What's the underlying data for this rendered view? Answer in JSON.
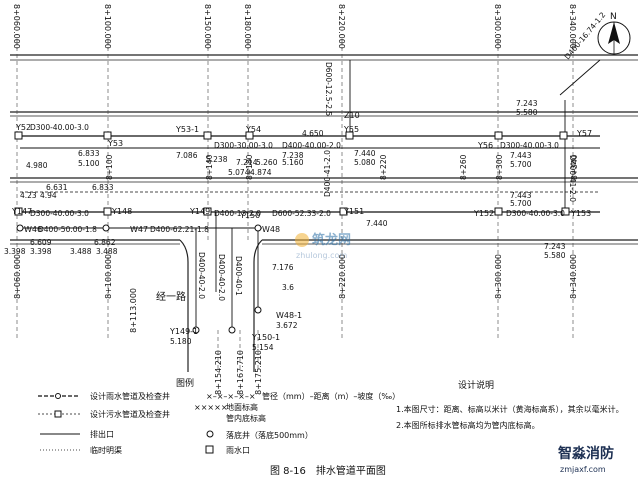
{
  "stations_top": [
    "8+060.000",
    "8+100.000",
    "8+150.000",
    "8+180.000",
    "8+220.000",
    "8+300.000",
    "8+340.000"
  ],
  "stations_mid": [
    "8+100",
    "8+140",
    "8+180",
    "8+220",
    "8+260",
    "8+300",
    "8+340"
  ],
  "stations_mid2": [
    "8+220.000",
    "8+300.000"
  ],
  "stations_bottom": [
    "8+060.000",
    "8+100.000",
    "8+113.000",
    "8+154.210",
    "8+167.710",
    "8+175.210",
    "8+220.000",
    "8+300.000",
    "8+340.000"
  ],
  "wells": [
    "Y52",
    "Y53",
    "Y53-1",
    "Y54",
    "Y55",
    "Y56",
    "Y57",
    "Z10",
    "Y147",
    "Y148",
    "Y149",
    "Y150",
    "Y151",
    "Y152",
    "Y153",
    "W46",
    "W47",
    "W48",
    "W48-1",
    "Y149-1",
    "Y150-1"
  ],
  "pipes": [
    "D600-12.5-2.5",
    "D300-40.00-3.0",
    "D300-30.00-3.0",
    "D400-40.00-2.0",
    "D400-41-2.0",
    "D400-13-2.0",
    "D600-52.33-2.0",
    "D400-50.00-1.8",
    "D400-62.21-1.8",
    "D400-40-2.0",
    "D400-40-2.0",
    "D400-40-1",
    "D400-16.74-1.2"
  ],
  "elevations": [
    "4.980",
    "6.833",
    "5.100",
    "7.086",
    "5.238",
    "7.214",
    "5.260",
    "5.160",
    "7.238",
    "5.074",
    "4.874",
    "4.650",
    "7.440",
    "5.080",
    "7.443",
    "5.700",
    "7.243",
    "5.580",
    "6.631",
    "6.833",
    "4.23",
    "4.94",
    "6.609",
    "6.862",
    "3.398",
    "3.398",
    "3.488",
    "3.488",
    "7.176",
    "3.6",
    "3.672",
    "5.180",
    "5.154",
    "7.440",
    "5.580",
    "7.243",
    "7.443",
    "5.700"
  ],
  "road_label": "经一路",
  "north_label": "N",
  "legend": {
    "title": "图例",
    "items": [
      {
        "text": "设计雨水管道及检查井"
      },
      {
        "text": "管径（mm）–距离（m）–坡度（‰）"
      },
      {
        "text": "设计污水管道及检查井"
      },
      {
        "text": "地面标高"
      },
      {
        "text": "管内底标高"
      },
      {
        "text": "排出口"
      },
      {
        "text": "落底井（落底500mm）"
      },
      {
        "text": "临时明渠"
      },
      {
        "text": "雨水口"
      }
    ]
  },
  "notes": {
    "title": "设计说明",
    "lines": [
      "1.本图尺寸：距离、标高以米计（黄海标高系），其余以毫米计。",
      "2.本图所标排水管标高均为管内底标高。"
    ]
  },
  "caption": "图 8-16　排水管道平面图",
  "watermark_center": "筑龙网",
  "watermark_center_sub": "zhulong.com",
  "watermark_corner": "智淼消防",
  "watermark_corner_sub": "zmjaxf.com",
  "colors": {
    "line": "#222222",
    "background": "#ffffff",
    "watermark_blue": "#2a6ea6"
  }
}
